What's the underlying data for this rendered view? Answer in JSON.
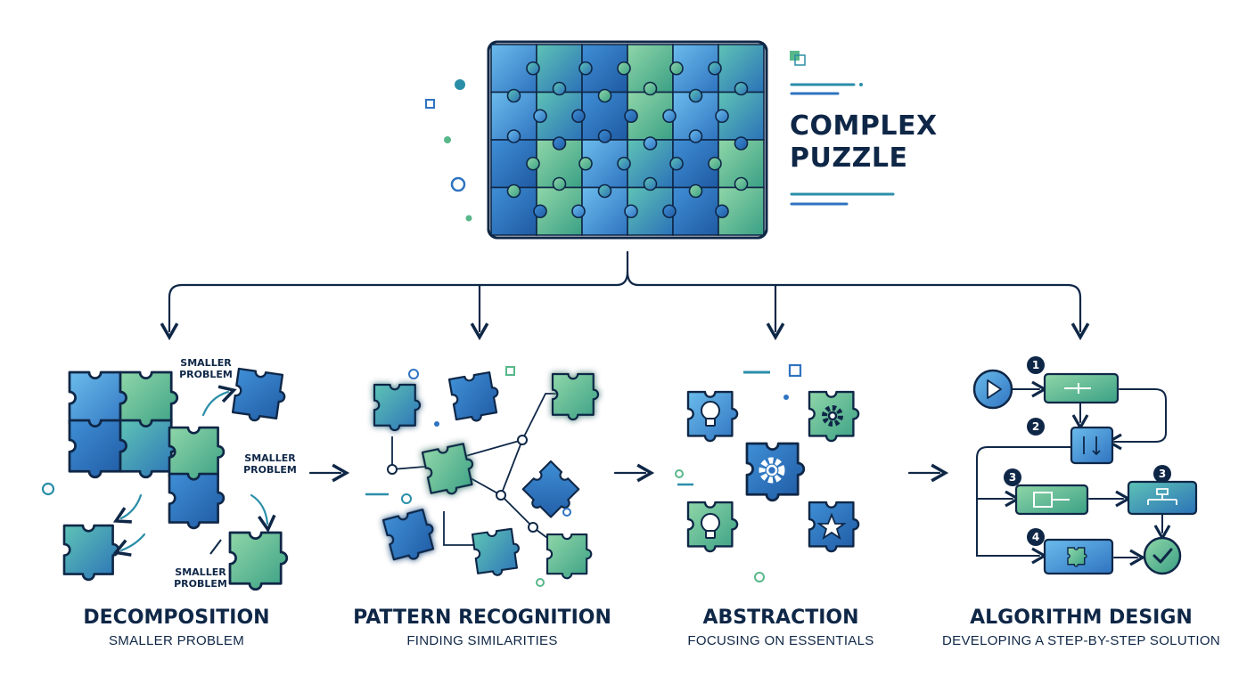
{
  "header": {
    "title": "COMPLEX\nPUZZLE"
  },
  "stages": [
    {
      "title": "DECOMPOSITION",
      "subtitle": "SMALLER PROBLEM",
      "notes": [
        "SMALLER\nPROBLEM",
        "SMALLER\nPROBLEM",
        "SMALLER\nPROBLEM"
      ]
    },
    {
      "title": "PATTERN RECOGNITION",
      "subtitle": "FINDING SIMILARITIES"
    },
    {
      "title": "ABSTRACTION",
      "subtitle": "FOCUSING ON ESSENTIALS"
    },
    {
      "title": "ALGORITHM DESIGN",
      "subtitle": "DEVELOPING A STEP-BY-STEP SOLUTION",
      "steps": [
        "1",
        "2",
        "3",
        "3",
        "4"
      ]
    }
  ],
  "icons": {
    "decomposition": "puzzle-pieces-splitting-icon",
    "pattern": "connected-puzzle-pieces-icon",
    "abstraction": [
      "lightbulb-icon",
      "gear-icon",
      "gear-icon",
      "lightbulb-icon",
      "star-icon"
    ],
    "algorithm": [
      "play-icon",
      "checkmark-icon"
    ]
  },
  "colors": {
    "navy": "#0f2747",
    "blue": "#2f73c0",
    "light_blue": "#63b5e8",
    "green": "#58b88a",
    "teal": "#2a8ea8"
  }
}
